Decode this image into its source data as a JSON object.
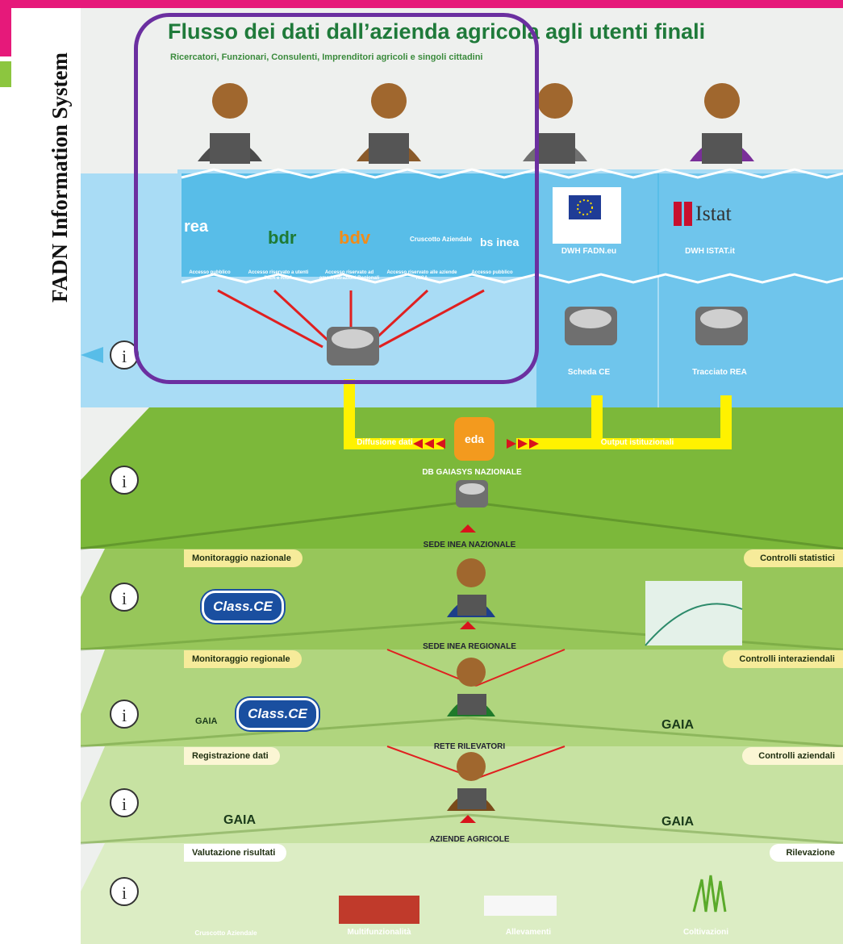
{
  "sidebar": {
    "title": "FADN Information System"
  },
  "close_label": "✕",
  "info_glyph": "i",
  "diagram": {
    "title": "Flusso dei dati dall’azienda agricola agli utenti finali",
    "subtitle": "Ricercatori, Funzionari, Consulenti, Imprenditori agricoli e singoli cittadini",
    "portals": [
      {
        "name": "rea",
        "access": "Accesso pubblico"
      },
      {
        "name": "bdr",
        "access": "Accesso riservato a utenti INEA e RICA"
      },
      {
        "name": "bdv",
        "access": "Accesso riservato ad amministrazioni Regionali"
      },
      {
        "name": "Cruscotto Aziendale",
        "access": "Accesso riservato alle aziende RICA"
      },
      {
        "name": "bs inea",
        "access": "Accesso pubblico"
      }
    ],
    "external": [
      {
        "name": "DWH FADN.eu",
        "caption": "Scheda CE"
      },
      {
        "name": "DWH ISTAT.it",
        "caption": "Tracciato REA",
        "logo": "Istat"
      }
    ],
    "flow": {
      "left": "Diffusione dati",
      "center_logo": "eda",
      "right": "Output istituzionali",
      "db": "DB GAIASYS NAZIONALE"
    },
    "levels": [
      {
        "node": "SEDE INEA NAZIONALE",
        "left": "Monitoraggio nazionale",
        "right": "Controlli statistici"
      },
      {
        "node": "SEDE INEA REGIONALE",
        "left": "Monitoraggio regionale",
        "right": "Controlli interaziendali"
      },
      {
        "node": "RETE RILEVATORI",
        "left": "Registrazione dati",
        "right": "Controlli aziendali"
      },
      {
        "node": "AZIENDE AGRICOLE",
        "left": "Valutazione risultati",
        "right": "Rilevazione"
      }
    ],
    "bottom_items": [
      "Cruscotto Aziendale",
      "Multifunzionalità",
      "Allevamenti",
      "Coltivazioni"
    ],
    "logos": {
      "class_ce": "Class.CE",
      "gaia": "GAIA"
    }
  },
  "colors": {
    "pink": "#e6197a",
    "green_title": "#1f7a3a",
    "highlight": "#6b2fa0",
    "blue_band": "#7ec8ef",
    "green_band": "#7cb83a",
    "flow_yellow": "#fff200"
  }
}
